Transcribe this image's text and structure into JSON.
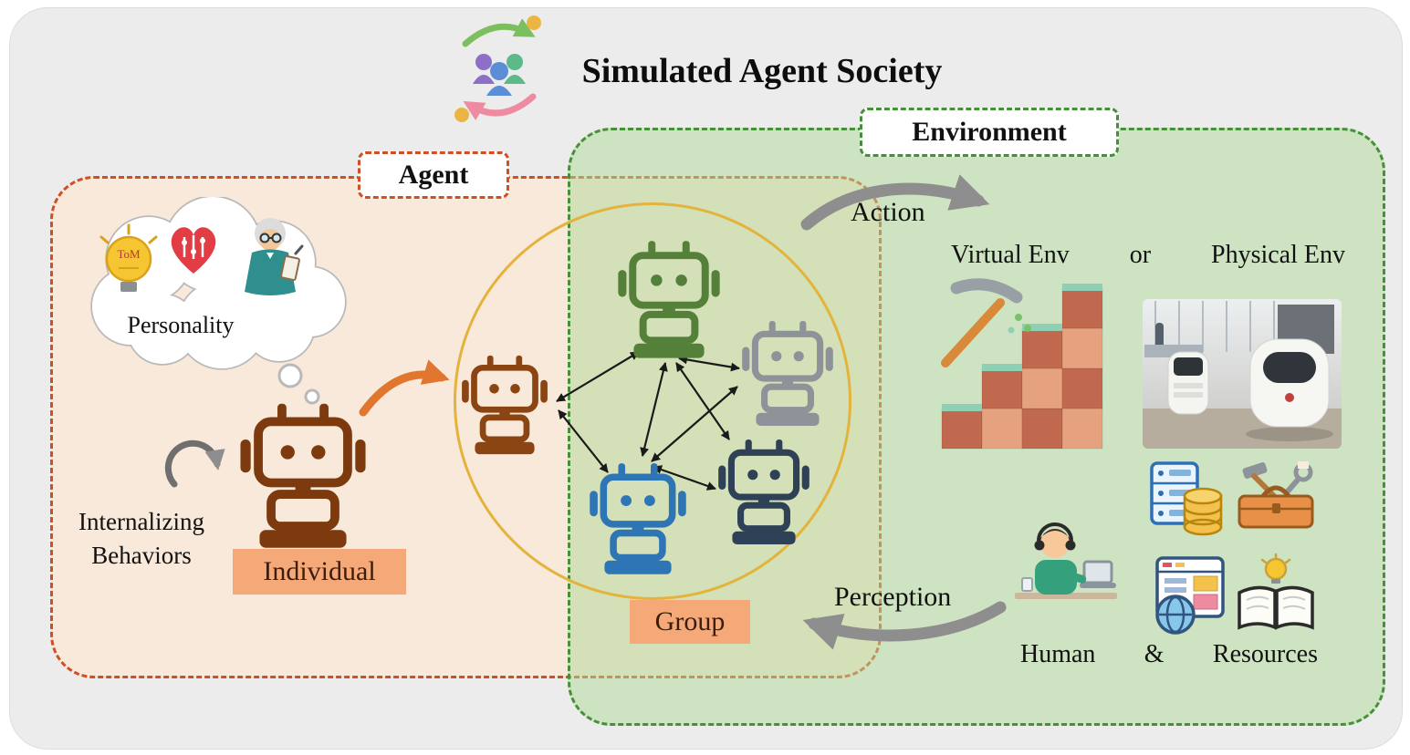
{
  "title": "Simulated Agent Society",
  "agent": {
    "label": "Agent",
    "personality_label": "Personality",
    "tom_label": "ToM",
    "internalizing_line1": "Internalizing",
    "internalizing_line2": "Behaviors",
    "individual_label": "Individual"
  },
  "group": {
    "label": "Group"
  },
  "environment": {
    "label": "Environment",
    "action_label": "Action",
    "perception_label": "Perception",
    "env_row": {
      "virtual": "Virtual Env",
      "or": "or",
      "physical": "Physical Env"
    },
    "resources_row": {
      "human": "Human",
      "amp": "&",
      "resources": "Resources"
    }
  },
  "icons": {
    "society": "people-with-cycle-arrows-icon",
    "personality_bulb": "lightbulb-tom-icon",
    "personality_heart": "heart-sliders-icon",
    "personality_scientist": "scientist-icon",
    "internalizing": "circular-arrow-icon",
    "transform": "orange-arrow-icon",
    "network": "double-headed-arrows",
    "virtual_env": "pickaxe-stairs-icon",
    "physical_env": "service-robots-photo",
    "human": "person-at-laptop-icon",
    "server": "server-database-icon",
    "toolbox": "toolbox-icon",
    "web": "browser-globe-icon",
    "knowledge": "book-idea-icon"
  },
  "colors": {
    "agent_border": "#cf4f26",
    "agent_bg": "#f8e9da",
    "environment_border": "#47903a",
    "environment_bg": "#b0da96",
    "group_circle": "#e3b33c",
    "label_highlight": "#f5a878",
    "robot_individual": "#7c3a0e",
    "robot_brown": "#8a4513",
    "robot_green": "#55803a",
    "robot_gray": "#8d9399",
    "robot_blue": "#2e75b6",
    "robot_navy": "#2e4156",
    "flow_arrow": "#8e8e8e",
    "transform_arrow": "#e1762f"
  }
}
